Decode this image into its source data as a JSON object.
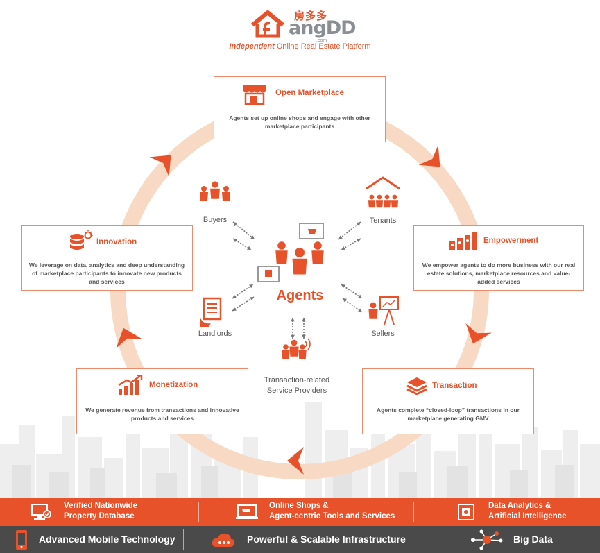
{
  "brand": {
    "chinese_name": "房多多",
    "wordmark": "angDD",
    "domain_suffix": ".com",
    "tagline_emphasis": "Independent",
    "tagline_rest": " Online Real Estate Platform"
  },
  "center": {
    "label": "Agents"
  },
  "participants": [
    {
      "id": "buyers",
      "label": "Buyers",
      "icon": "buyers-icon"
    },
    {
      "id": "tenants",
      "label": "Tenants",
      "icon": "tenants-icon"
    },
    {
      "id": "landlords",
      "label": "Landlords",
      "icon": "landlords-icon"
    },
    {
      "id": "sellers",
      "label": "Sellers",
      "icon": "sellers-icon"
    },
    {
      "id": "providers",
      "label": "Transaction-related\nService Providers",
      "icon": "service-providers-icon"
    }
  ],
  "stages": [
    {
      "id": "open-marketplace",
      "title": "Open Marketplace",
      "description": "Agents set up online shops and engage with other marketplace participants",
      "icon": "storefront-icon"
    },
    {
      "id": "empowerment",
      "title": "Empowerment",
      "description": "We empower agents to do more business with our real estate solutions, marketplace resources and value-added services",
      "icon": "bar-growth-icon"
    },
    {
      "id": "transaction",
      "title": "Transaction",
      "description": "Agents complete “closed-loop” transactions in our marketplace generating GMV",
      "icon": "layers-icon"
    },
    {
      "id": "monetization",
      "title": "Monetization",
      "description": "We generate revenue from transactions and innovative products and services",
      "icon": "growth-chart-icon"
    },
    {
      "id": "innovation",
      "title": "Innovation",
      "description": "We leverage on data, analytics and deep understanding of marketplace participants to innovate new products and services",
      "icon": "database-bulb-icon"
    }
  ],
  "features": [
    {
      "line1": "Verified Nationwide",
      "line2": "Property Database",
      "icon": "verified-database-icon"
    },
    {
      "line1": "Online Shops &",
      "line2": "Agent-centric Tools and Services",
      "icon": "online-shop-icon"
    },
    {
      "line1": "Data Analytics &",
      "line2": "Artificial Intelligence",
      "icon": "ai-chip-icon"
    }
  ],
  "technologies": [
    {
      "label": "Advanced Mobile Technology",
      "icon": "mobile-icon"
    },
    {
      "label": "Powerful & Scalable Infrastructure",
      "icon": "cloud-icon"
    },
    {
      "label": "Big Data",
      "icon": "big-data-icon"
    }
  ],
  "colors": {
    "accent": "#e8522a",
    "ring": "#f7d9c4",
    "text": "#555555",
    "tech_bar": "#4a4a4a"
  }
}
